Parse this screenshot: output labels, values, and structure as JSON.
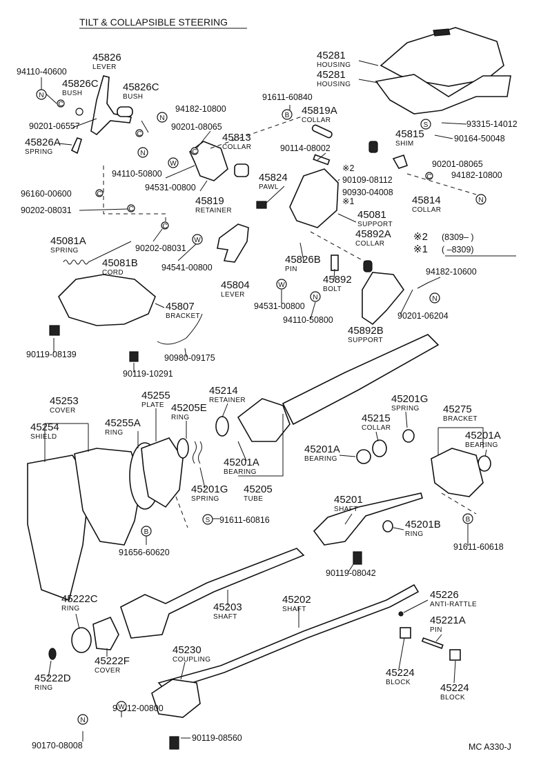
{
  "title": "TILT & COLLAPSIBLE STEERING",
  "code": "MC A330-J",
  "notes": [
    {
      "mark": "※2",
      "text": "(8309–     )"
    },
    {
      "mark": "※1",
      "text": "(      –8309)"
    }
  ],
  "parts": [
    {
      "id": "45826",
      "name": "LEVER"
    },
    {
      "id": "94110-40600"
    },
    {
      "id": "45826C",
      "name": "BUSH"
    },
    {
      "id": "45826C",
      "name": "BUSH"
    },
    {
      "id": "90201-06557"
    },
    {
      "id": "45826A",
      "name": "SPRING"
    },
    {
      "id": "94182-10800"
    },
    {
      "id": "90201-08065"
    },
    {
      "id": "45813",
      "name": "COLLAR"
    },
    {
      "id": "94110-50800"
    },
    {
      "id": "94531-00800"
    },
    {
      "id": "45819",
      "name": "RETAINER"
    },
    {
      "id": "91611-60840"
    },
    {
      "id": "45819A",
      "name": "COLLAR"
    },
    {
      "id": "45281",
      "name": "HOUSING"
    },
    {
      "id": "45281",
      "name": "HOUSING"
    },
    {
      "id": "93315-14012"
    },
    {
      "id": "90164-50048"
    },
    {
      "id": "45815",
      "name": "SHIM"
    },
    {
      "id": "90114-08002"
    },
    {
      "id": "90109-08112",
      "mark": "※2"
    },
    {
      "id": "90930-04008",
      "mark": "※1"
    },
    {
      "id": "90201-08065"
    },
    {
      "id": "94182-10800"
    },
    {
      "id": "45814",
      "name": "COLLAR"
    },
    {
      "id": "45824",
      "name": "PAWL"
    },
    {
      "id": "45081",
      "name": "SUPPORT"
    },
    {
      "id": "45892A",
      "name": "COLLAR"
    },
    {
      "id": "96160-00600"
    },
    {
      "id": "90202-08031"
    },
    {
      "id": "90202-08031"
    },
    {
      "id": "45081A",
      "name": "SPRING"
    },
    {
      "id": "45081B",
      "name": "CORD"
    },
    {
      "id": "94541-00800"
    },
    {
      "id": "45804",
      "name": "LEVER"
    },
    {
      "id": "45826B",
      "name": "PIN"
    },
    {
      "id": "45892",
      "name": "BOLT"
    },
    {
      "id": "94182-10600"
    },
    {
      "id": "94531-00800"
    },
    {
      "id": "94110-50800"
    },
    {
      "id": "90201-06204"
    },
    {
      "id": "45892B",
      "name": "SUPPORT"
    },
    {
      "id": "45807",
      "name": "BRACKET"
    },
    {
      "id": "90119-08139"
    },
    {
      "id": "90980-09175"
    },
    {
      "id": "90119-10291"
    },
    {
      "id": "45253",
      "name": "COVER"
    },
    {
      "id": "45254",
      "name": "SHIELD"
    },
    {
      "id": "45255",
      "name": "PLATE"
    },
    {
      "id": "45255A",
      "name": "RING"
    },
    {
      "id": "45205E",
      "name": "RING"
    },
    {
      "id": "45214",
      "name": "RETAINER"
    },
    {
      "id": "45201A",
      "name": "BEARING"
    },
    {
      "id": "45201G",
      "name": "SPRING"
    },
    {
      "id": "45205",
      "name": "TUBE"
    },
    {
      "id": "45201G",
      "name": "SPRING"
    },
    {
      "id": "45215",
      "name": "COLLAR"
    },
    {
      "id": "45201A",
      "name": "BEARING"
    },
    {
      "id": "45275",
      "name": "BRACKET"
    },
    {
      "id": "45201A",
      "name": "BEARING"
    },
    {
      "id": "91611-60816"
    },
    {
      "id": "91656-60620"
    },
    {
      "id": "45201",
      "name": "SHAFT"
    },
    {
      "id": "45201B",
      "name": "RING"
    },
    {
      "id": "91611-60618"
    },
    {
      "id": "90119-08042"
    },
    {
      "id": "45222C",
      "name": "RING"
    },
    {
      "id": "45203",
      "name": "SHAFT"
    },
    {
      "id": "45202",
      "name": "SHAFT"
    },
    {
      "id": "45226",
      "name": "ANTI-RATTLE"
    },
    {
      "id": "45221A",
      "name": "PIN"
    },
    {
      "id": "45222F",
      "name": "COVER"
    },
    {
      "id": "45230",
      "name": "COUPLING"
    },
    {
      "id": "45224",
      "name": "BLOCK"
    },
    {
      "id": "45224",
      "name": "BLOCK"
    },
    {
      "id": "45222D",
      "name": "RING"
    },
    {
      "id": "94512-00800"
    },
    {
      "id": "90170-08008"
    },
    {
      "id": "90119-08560"
    }
  ],
  "symbols": {
    "n": "N",
    "w": "W",
    "b": "B",
    "s": "S",
    "c": "C"
  }
}
